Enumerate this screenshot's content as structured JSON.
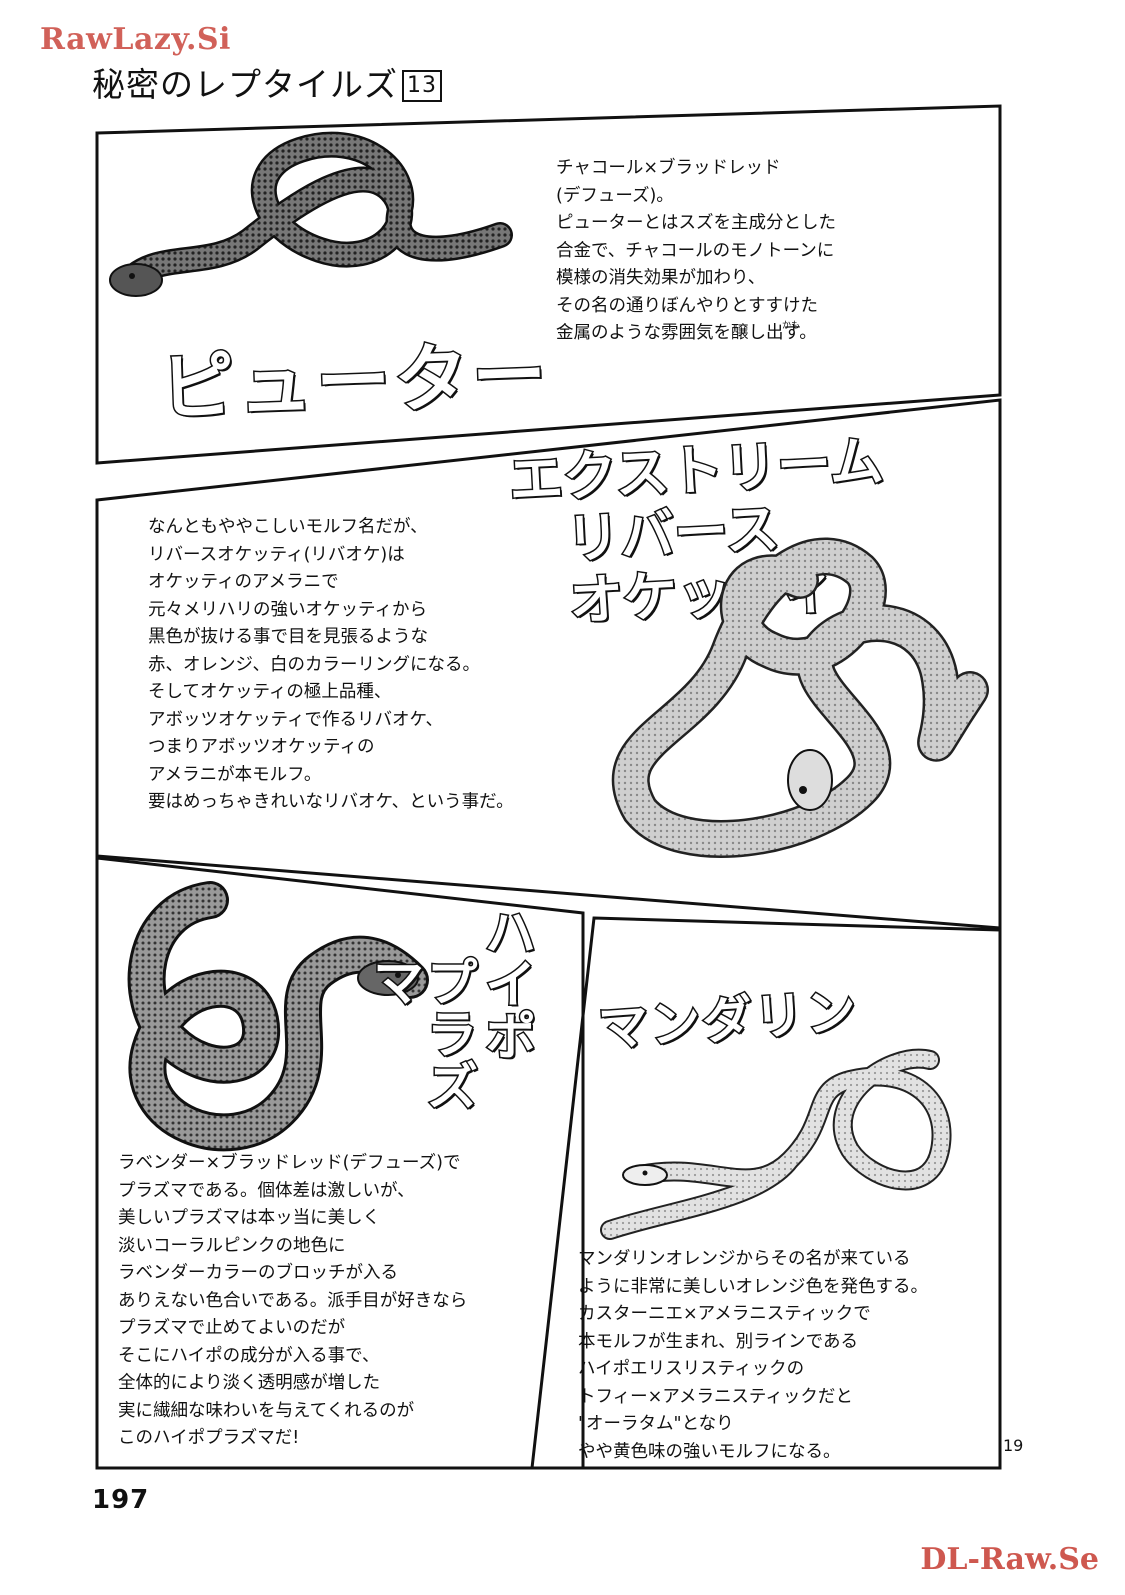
{
  "watermarks": {
    "top": "RawLazy.Si",
    "bottom": "DL-Raw.Se"
  },
  "header": {
    "title": "秘密のレプタイルズ",
    "volume": "13"
  },
  "footer": {
    "page_number": "197",
    "episode_page": "19"
  },
  "panels": {
    "pewter": {
      "title": "ピューター",
      "text": "チャコール×ブラッドレッド\n(デフューズ)。\nピューターとはスズを主成分とした\n合金で、チャコールのモノトーンに\n模様の消失効果が加わり、\nその名の通りぼんやりとすすけた\n金属のような雰囲気を醸し出す。",
      "ruby": "かも"
    },
    "extreme": {
      "title": "エクストリーム\n　リバース\n　オケッティ",
      "text": "なんともややこしいモルフ名だが、\nリバースオケッティ(リバオケ)は\nオケッティのアメラニで\n元々メリハリの強いオケッティから\n黒色が抜ける事で目を見張るような\n赤、オレンジ、白のカラーリングになる。\nそしてオケッティの極上品種、\nアボッツオケッティで作るリバオケ、\nつまりアボッツオケッティの\nアメラニが本モルフ。\n要はめっちゃきれいなリバオケ、という事だ。"
    },
    "hypo": {
      "title_col1": "ハイポ",
      "title_col2": "プラズマ",
      "text": "ラベンダー×ブラッドレッド(デフューズ)で\nプラズマである。個体差は激しいが、\n美しいプラズマは本ッ当に美しく\n淡いコーラルピンクの地色に\nラベンダーカラーのブロッチが入る\nありえない色合いである。派手目が好きなら\nプラズマで止めてよいのだが\nそこにハイポの成分が入る事で、\n全体的により淡く透明感が増した\n実に繊細な味わいを与えてくれるのが\nこのハイポプラズマだ!"
    },
    "mandarin": {
      "title": "マンダリン",
      "text": "マンダリンオレンジからその名が来ている\nように非常に美しいオレンジ色を発色する。\nカスターニエ×アメラニスティックで\n本モルフが生まれ、別ラインである\nハイポエリスリスティックの\nトフィー×アメラニスティックだと\n\"オーラタム\"となり\nやや黄色味の強いモルフになる。"
    }
  }
}
